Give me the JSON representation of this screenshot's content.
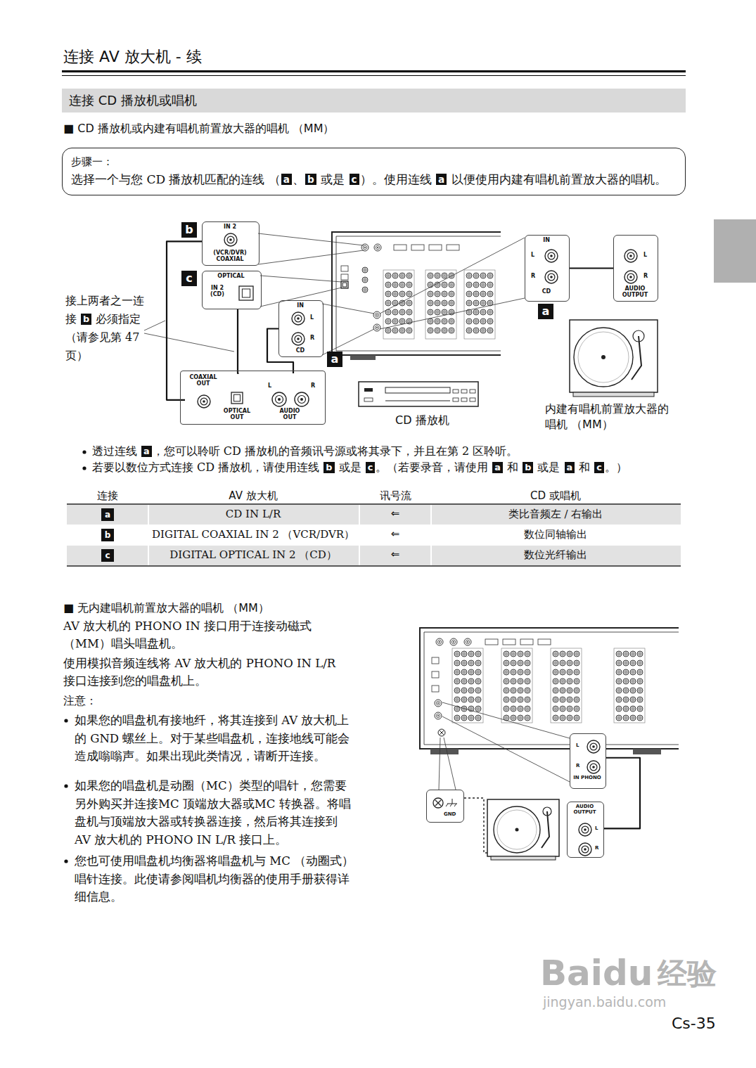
{
  "diagram": {
    "title": "连接 AV 放大机 - 续",
    "nodes": [
      {
        "text": [
          "连接 CD 播放机或唱机"
        ]
      },
      {
        "text": [
          "步骤一：",
          "选择一个与您 CD 播放机匹配的连线 （a、b 或是 c）。使用连线 a 以便使用内建有唱机前置放大器的唱机。"
        ]
      },
      {
        "text": [
          "IN 2",
          "(VCR/DVR) COAXIAL"
        ]
      },
      {
        "text": [
          "OPTICAL",
          "IN 2 (CD)"
        ]
      },
      {
        "text": [
          "IN",
          "L",
          "R",
          "CD"
        ]
      },
      {
        "text": []
      },
      {
        "text": [
          "COAXIAL OUT"
        ],
        "in": 5
      },
      {
        "text": [
          "OPTICAL OUT"
        ],
        "in": 5
      },
      {
        "text": [
          "L",
          "R",
          "AUDIO OUT"
        ],
        "in": 5
      },
      {
        "text": [
          "IN",
          "L",
          "R",
          "CD"
        ]
      },
      {
        "text": [
          "L",
          "R",
          "AUDIO OUTPUT"
        ]
      },
      {
        "text": [
          "L",
          "R",
          "IN PHONO"
        ]
      },
      {
        "text": [
          "GND"
        ]
      },
      {
        "text": [
          "AUDIO OUTPUT",
          "L",
          "R"
        ]
      }
    ],
    "edges": [
      {
        "from": 6,
        "to": 2,
        "arrow": "none"
      },
      {
        "from": 7,
        "to": 3,
        "arrow": "none"
      },
      {
        "from": 8,
        "to": 4,
        "arrow": "none"
      },
      {
        "from": 10,
        "to": 9,
        "arrow": "none"
      },
      {
        "from": 13,
        "to": 11,
        "arrow": "none"
      }
    ],
    "labels": [
      "■ CD 播放机或内建有唱机前置放大器的唱机 （MM）",
      "b",
      "c",
      "a",
      "a",
      "接上两者之一连接 b 必须指定 （请参见第 47 页）",
      "CD 播放机",
      "内建有唱机前置放大器的唱机 （MM）",
      "透过连线 a，您可以聆听 CD 播放机的音频讯号源或将其录下，并且在第 2 区聆听。",
      "若要以数位方式连接 CD 播放机，请使用连线 b 或是 c。（若要录音，请使用 a 和 b 或是 a 和 c。）",
      "连接",
      "AV 放大机",
      "讯号流",
      "CD 或唱机",
      "a",
      "CD IN L/R",
      "⇐",
      "类比音频左 / 右输出",
      "b",
      "DIGITAL COAXIAL IN 2 （VCR/DVR）",
      "⇐",
      "数位同轴输出",
      "c",
      "DIGITAL OPTICAL IN 2 （CD）",
      "⇐",
      "数位光纤输出",
      "■ 无内建唱机前置放大器的唱机 （MM）",
      "AV 放大机的 PHONO IN 接口用于连接动磁式（MM）唱头唱盘机。",
      "使用模拟音频连线将 AV 放大机的 PHONO IN L/R 接口连接到您的唱盘机上。",
      "注意：",
      "如果您的唱盘机有接地纤，将其连接到 AV 放大机上的 GND 螺丝上。对于某些唱盘机，连接地线可能会造成嗡嗡声。如果出现此类情况，请断开连接。",
      "如果您的唱盘机是动圈（MC）类型的唱针，您需要另外购买并连接MC 顶端放大器或MC 转换器。将唱盘机与顶端放大器或转换器连接，然后将其连接到 AV 放大机的 PHONO IN L/R 接口上。",
      "您也可使用唱盘机均衡器将唱盘机与 MC （动圈式）唱针连接。此使请参阅唱机均衡器的使用手册获得详细信息。",
      "Baidu",
      "经验",
      "jingyan.baidu.com",
      "Cs-35"
    ]
  }
}
